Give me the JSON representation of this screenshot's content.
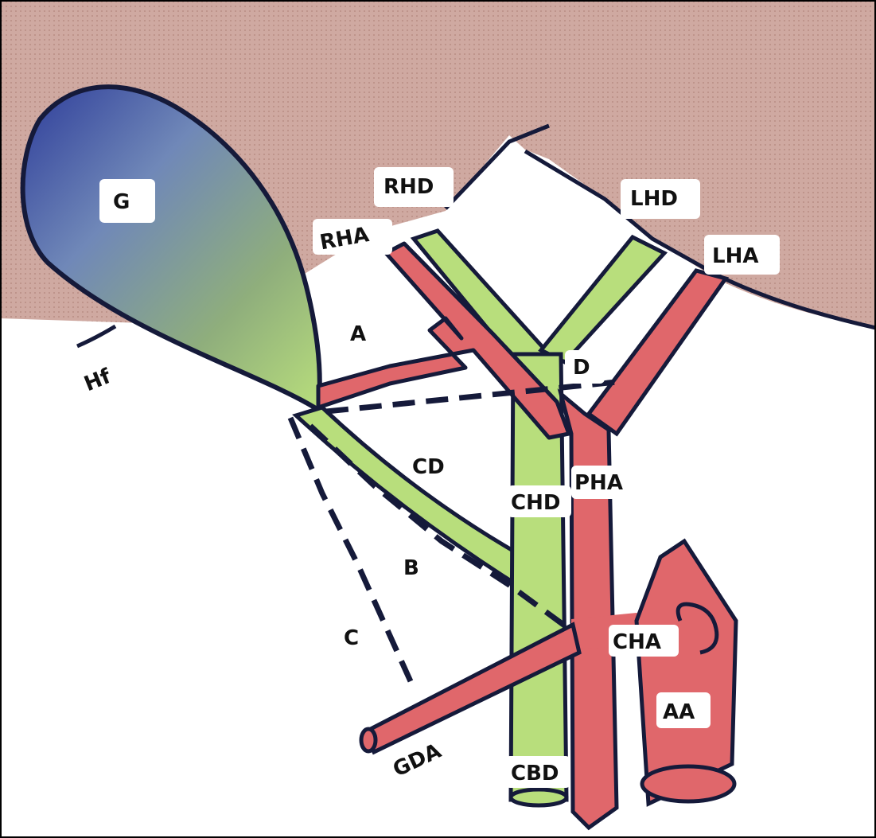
{
  "figure": {
    "labels": {
      "G": "G",
      "Hf": "Hf",
      "RHD": "RHD",
      "RHA": "RHA",
      "LHD": "LHD",
      "LHA": "LHA",
      "A": "A",
      "D": "D",
      "CD": "CD",
      "CHD": "CHD",
      "PHA": "PHA",
      "B": "B",
      "C": "C",
      "CHA": "CHA",
      "AA": "AA",
      "GDA": "GDA",
      "CBD": "CBD"
    },
    "colors": {
      "liver": "#c9a39a",
      "outline": "#151a3a",
      "duct": "#b8de7c",
      "artery": "#e0676b",
      "gallbladder_top": "#3f4fa8",
      "gallbladder_bottom": "#b8de7c",
      "background": "#ffffff"
    }
  }
}
